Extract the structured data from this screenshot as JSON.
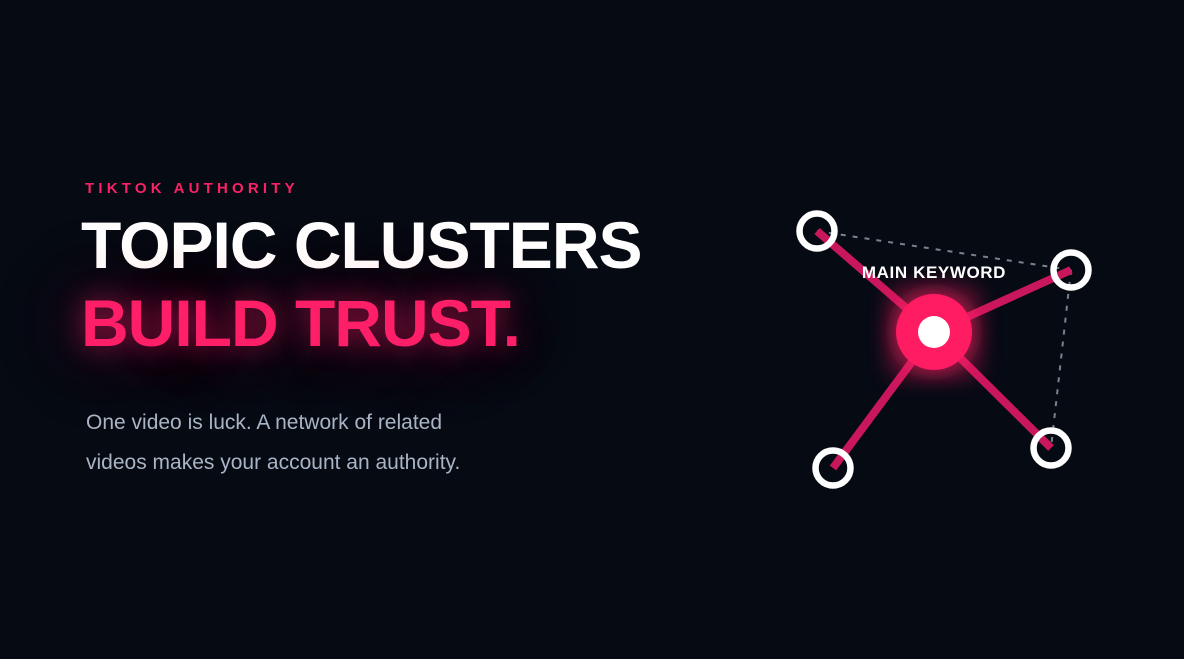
{
  "hero": {
    "eyebrow": "TIKTOK AUTHORITY",
    "title_line1": "TOPIC CLUSTERS",
    "title_line2": "BUILD TRUST.",
    "paragraph_line1": "One video is luck. A network of related",
    "paragraph_line2": "videos makes your account an authority."
  },
  "diagram": {
    "center_label": "MAIN KEYWORD"
  },
  "colors": {
    "background": "#050a13",
    "accent_pink": "#ff1f68",
    "center_node_pink": "#ff1b64",
    "connector_crimson": "#c9175c",
    "eyebrow_pink": "#fa2267",
    "headline_white": "#ffffff",
    "body_text": "#a9b5c5",
    "dashed_line_gray": "#99a0ab",
    "node_ring_white": "#ffffff"
  }
}
